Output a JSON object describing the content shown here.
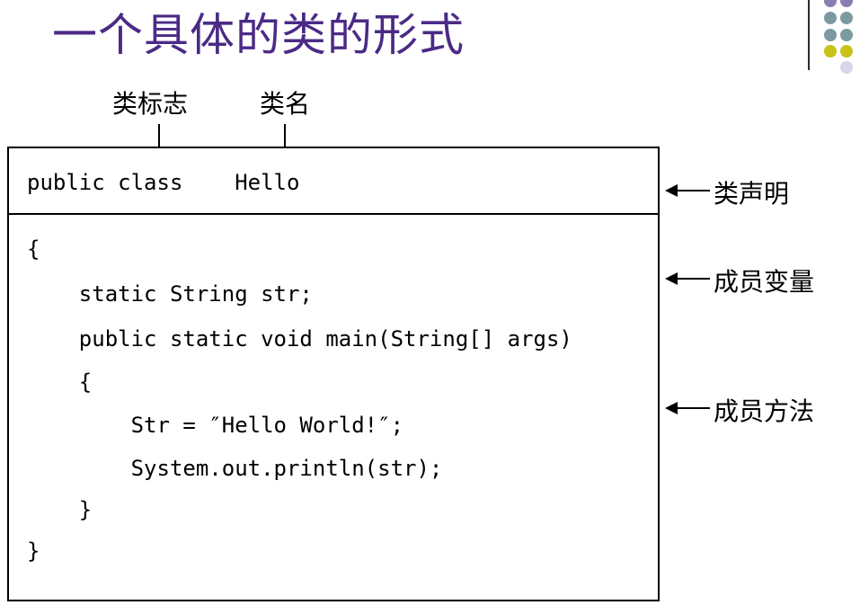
{
  "title": "一个具体的类的形式",
  "labels": {
    "class_marker": "类标志",
    "class_name": "类名",
    "class_declaration": "类声明",
    "member_variables": "成员变量",
    "member_methods": "成员方法"
  },
  "code": {
    "declaration": "public class    Hello",
    "body": [
      "{",
      "    static String str;",
      "    public static void main(String[] args)",
      "    {",
      "        Str = ″Hello World!″;",
      "        System.out.println(str);",
      "    }",
      "}"
    ]
  },
  "decoration": {
    "colors": [
      "#8a7bb5",
      "#7b9aa0",
      "#7b9aa0",
      "#c8c21a",
      "#c8c21a",
      "#d8d4ea"
    ]
  }
}
